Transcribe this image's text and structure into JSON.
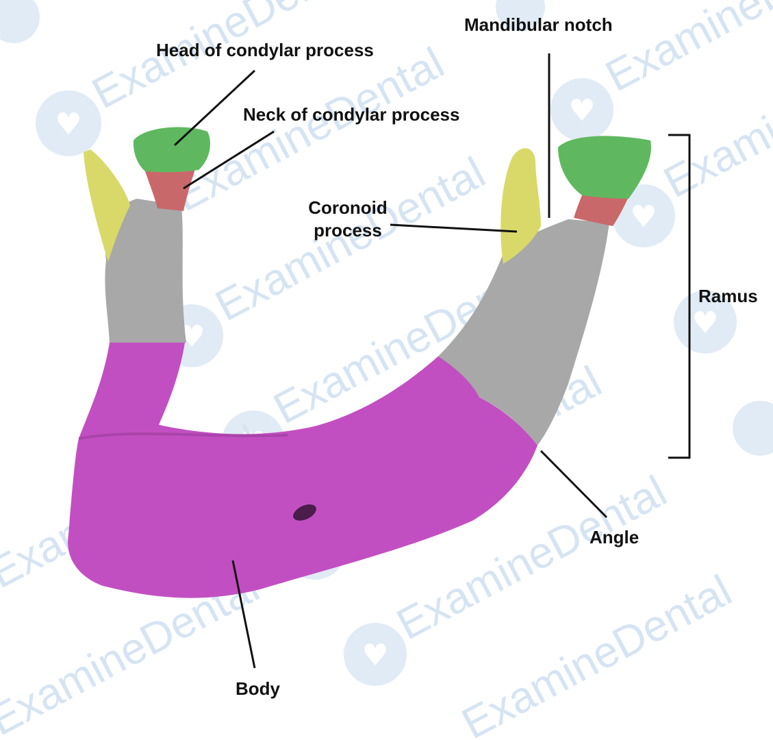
{
  "watermark": {
    "text": "ExamineDental",
    "color": "#cfe0f0"
  },
  "colors": {
    "condyle_head": "#5fb85f",
    "condyle_neck": "#c9686a",
    "coronoid": "#d9d96a",
    "bone": "#a8a8a8",
    "body": "#c24fc2",
    "leader": "#111111"
  },
  "labels": {
    "mandibular_notch": "Mandibular notch",
    "head_condylar": "Head of condylar process",
    "neck_condylar": "Neck of condylar process",
    "coronoid_line1": "Coronoid",
    "coronoid_line2": "process",
    "ramus": "Ramus",
    "angle": "Angle",
    "body": "Body"
  }
}
